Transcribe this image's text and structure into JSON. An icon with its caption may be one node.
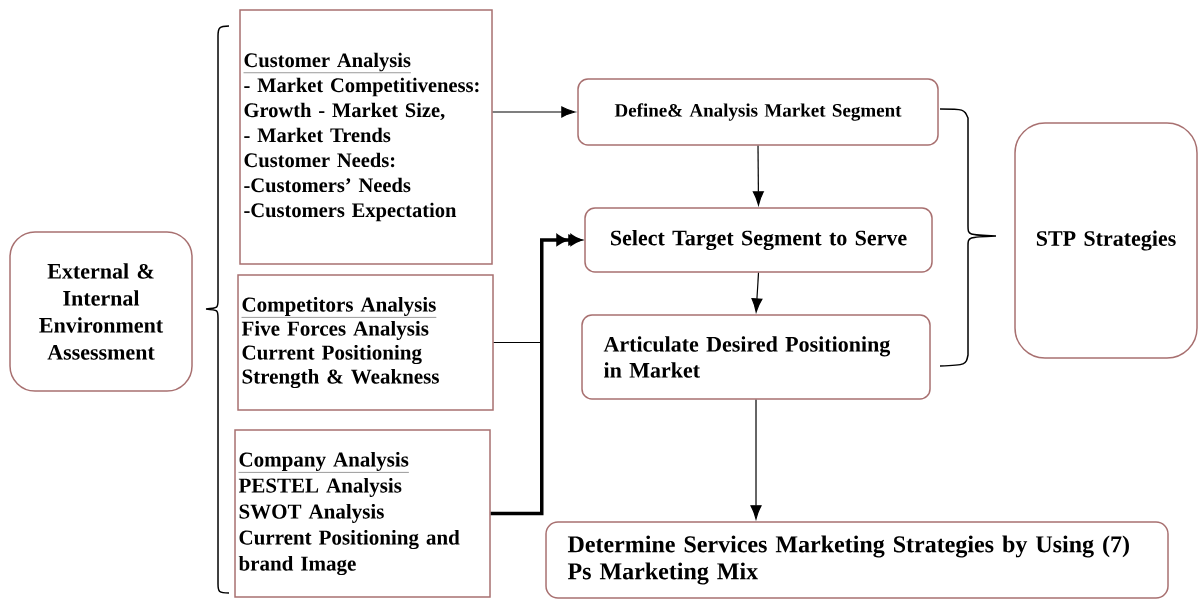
{
  "diagram": {
    "nodes": [
      {
        "text": [
          "External & Internal Environment Assessment"
        ]
      },
      {
        "text": [
          "Customer Analysis",
          "- Market Competitiveness: Growth - Market Size,",
          "- Market Trends",
          "Customer Needs:",
          "-Customers’ Needs",
          "-Customers Expectation"
        ]
      },
      {
        "text": [
          "Competitors Analysis",
          "Five Forces Analysis",
          "Current Positioning",
          "Strength & Weakness"
        ]
      },
      {
        "text": [
          "Company Analysis",
          "PESTEL Analysis",
          "SWOT Analysis",
          "Current Positioning and brand Image"
        ]
      },
      {
        "text": [
          "Define& Analysis Market Segment"
        ]
      },
      {
        "text": [
          "Select Target Segment to Serve"
        ]
      },
      {
        "text": [
          "Articulate Desired Positioning in Market"
        ]
      },
      {
        "text": [
          "Determine Services Marketing Strategies by Using (7) Ps Marketing Mix"
        ]
      },
      {
        "text": [
          "STP Strategies"
        ]
      }
    ],
    "edges": [
      {
        "from": 1,
        "to": 4,
        "arrow": "to"
      },
      {
        "from": 2,
        "to": 5,
        "arrow": "to"
      },
      {
        "from": 3,
        "to": 5,
        "arrow": "to",
        "style": "thick"
      },
      {
        "from": 4,
        "to": 5,
        "arrow": "to"
      },
      {
        "from": 5,
        "to": 6,
        "arrow": "to"
      },
      {
        "from": 6,
        "to": 7,
        "arrow": "to"
      }
    ]
  }
}
